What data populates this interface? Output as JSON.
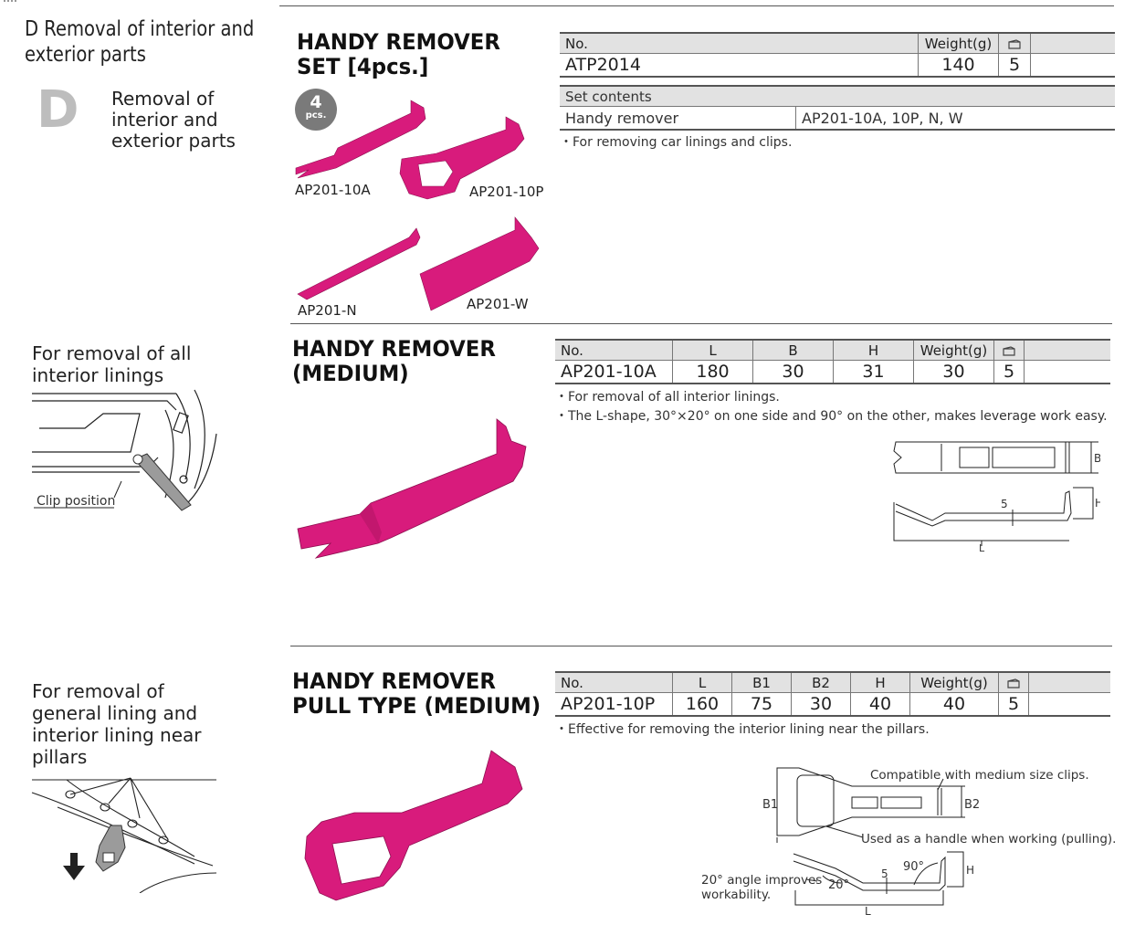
{
  "section": {
    "header": "D Removal of interior and\n   exterior parts",
    "letter": "D",
    "description": "Removal of\ninterior and\nexterior parts"
  },
  "colors": {
    "product": "#d81b7c",
    "header_fill": "#e2e2e2",
    "badge": "#7a7a7a",
    "big_letter": "#bdbdbd"
  },
  "products": [
    {
      "title": "HANDY REMOVER\nSET [4pcs.]",
      "badge": {
        "count": "4",
        "unit": "pcs."
      },
      "piece_labels": [
        "AP201-10A",
        "AP201-10P",
        "AP201-N",
        "AP201-W"
      ],
      "spec_headers": [
        "No.",
        "Weight(g)",
        "box-icon"
      ],
      "spec_row": [
        "ATP2014",
        "140",
        "5"
      ],
      "set_contents": {
        "header": "Set contents",
        "item": "Handy remover",
        "value": "AP201-10A, 10P, N, W"
      },
      "notes": [
        "・For removing car linings and clips."
      ]
    },
    {
      "title": "HANDY REMOVER\n(MEDIUM)",
      "side_label": "For removal of all\ninterior linings",
      "illustration_label": "Clip position",
      "spec_headers": [
        "No.",
        "L",
        "B",
        "H",
        "Weight(g)",
        "box-icon"
      ],
      "spec_row": [
        "AP201-10A",
        "180",
        "30",
        "31",
        "30",
        "5"
      ],
      "notes": [
        "・For removal of all interior linings.",
        "・The L-shape, 30°×20° on one side and 90° on the other, makes leverage work easy."
      ],
      "diagram_labels": {
        "b": "B",
        "h": "H",
        "five": "5",
        "l": "L"
      }
    },
    {
      "title": "HANDY REMOVER\nPULL TYPE (MEDIUM)",
      "side_label": "For removal of\ngeneral lining and\ninterior lining near\npillars",
      "spec_headers": [
        "No.",
        "L",
        "B1",
        "B2",
        "H",
        "Weight(g)",
        "box-icon"
      ],
      "spec_row": [
        "AP201-10P",
        "160",
        "75",
        "30",
        "40",
        "40",
        "5"
      ],
      "notes": [
        "・Effective for removing the interior lining near the pillars."
      ],
      "diagram_labels": {
        "compatible": "Compatible with medium size clips.",
        "handle": "Used as a handle when working (pulling).",
        "angle": "20° angle improves\nworkability.",
        "b1": "B1",
        "b2": "B2",
        "h": "H",
        "l": "L",
        "five": "5",
        "ninety": "90°",
        "twenty": "20°"
      }
    }
  ]
}
